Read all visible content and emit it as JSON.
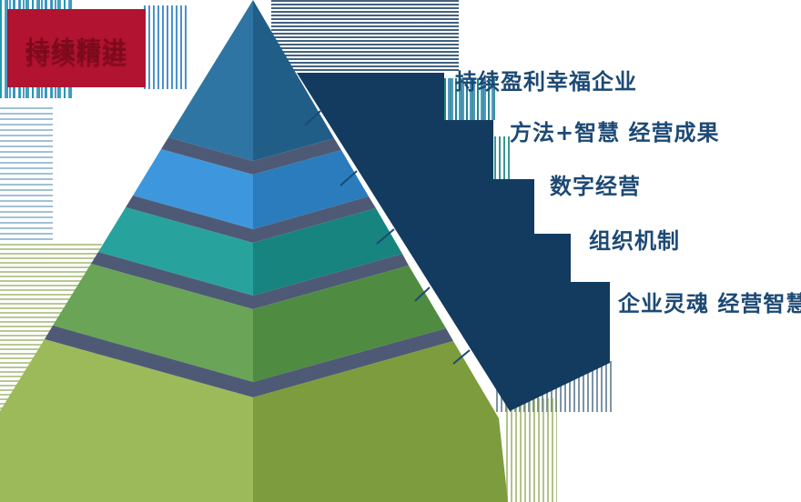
{
  "badge": {
    "text": "持续精进",
    "bg": "#b11330",
    "fg": "#7c0a1c"
  },
  "labels": [
    {
      "text": "持续盈利幸福企业"
    },
    {
      "text": "方法+智慧 经营成果"
    },
    {
      "text": "数字经营"
    },
    {
      "text": "组织机制"
    },
    {
      "text": "企业灵魂 经营智慧"
    }
  ],
  "colors": {
    "background": "#ffffff",
    "label_text": "#1d4975",
    "shadow": "#133a5f",
    "separator": "#4e5a75"
  },
  "pyramid": {
    "levels": [
      {
        "name": "level-1-top",
        "left": "#2e75a3",
        "right": "#205e88"
      },
      {
        "name": "level-2",
        "left": "#3e97dc",
        "right": "#2a7cbd"
      },
      {
        "name": "level-3",
        "left": "#28a29c",
        "right": "#17847f"
      },
      {
        "name": "level-4",
        "left": "#69a457",
        "right": "#4f8c41"
      },
      {
        "name": "level-5-bottom",
        "left": "#9cba59",
        "right": "#7d9c3d"
      }
    ]
  }
}
